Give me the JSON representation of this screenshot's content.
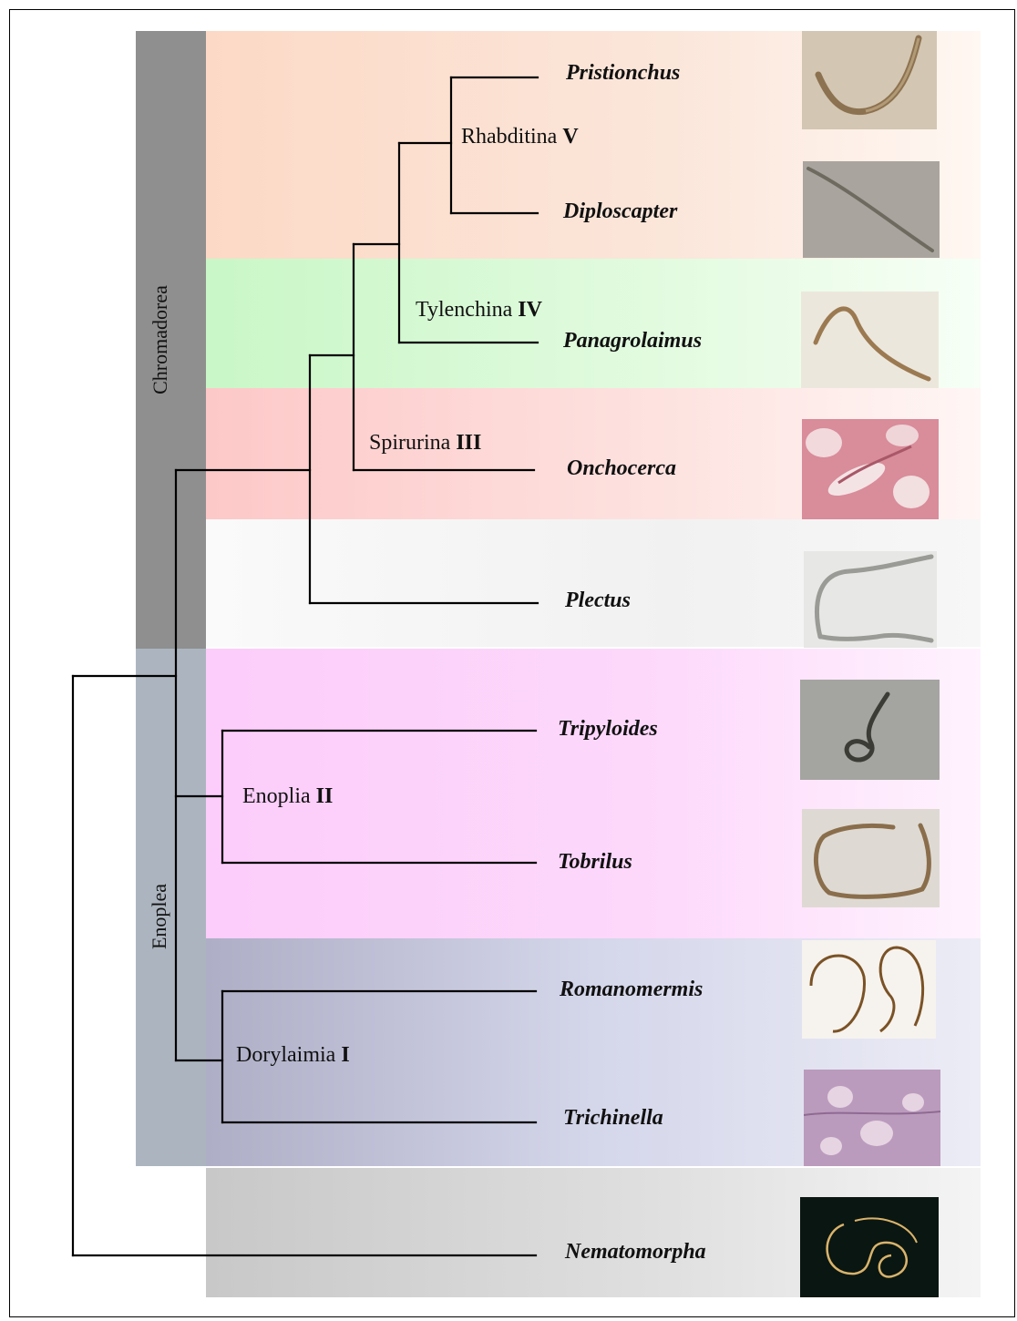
{
  "classes": {
    "chromadorea": "Chromadorea",
    "enoplea": "Enoplea"
  },
  "clades": [
    {
      "name": "Rhabditina",
      "numeral": "V"
    },
    {
      "name": "Tylenchina",
      "numeral": "IV"
    },
    {
      "name": "Spirurina",
      "numeral": "III"
    },
    {
      "name": "Enoplia",
      "numeral": "II"
    },
    {
      "name": "Dorylaimia",
      "numeral": "I"
    }
  ],
  "taxa": [
    "Pristionchus",
    "Diploscapter",
    "Panagrolaimus",
    "Onchocerca",
    "Plectus",
    "Tripyloides",
    "Tobrilus",
    "Romanomermis",
    "Trichinella",
    "Nematomorpha"
  ],
  "colors": {
    "rhabditina_band": "#fcd9c6",
    "tylenchina_band": "#c9f7c7",
    "spirurina_band": "#fdc8c8",
    "enoplia_band": "#fcccfa",
    "dorylaimia_band": "#aeaec6",
    "chromadorea_bar": "#8f8f8f",
    "enoplea_bar": "#acb5bf"
  }
}
